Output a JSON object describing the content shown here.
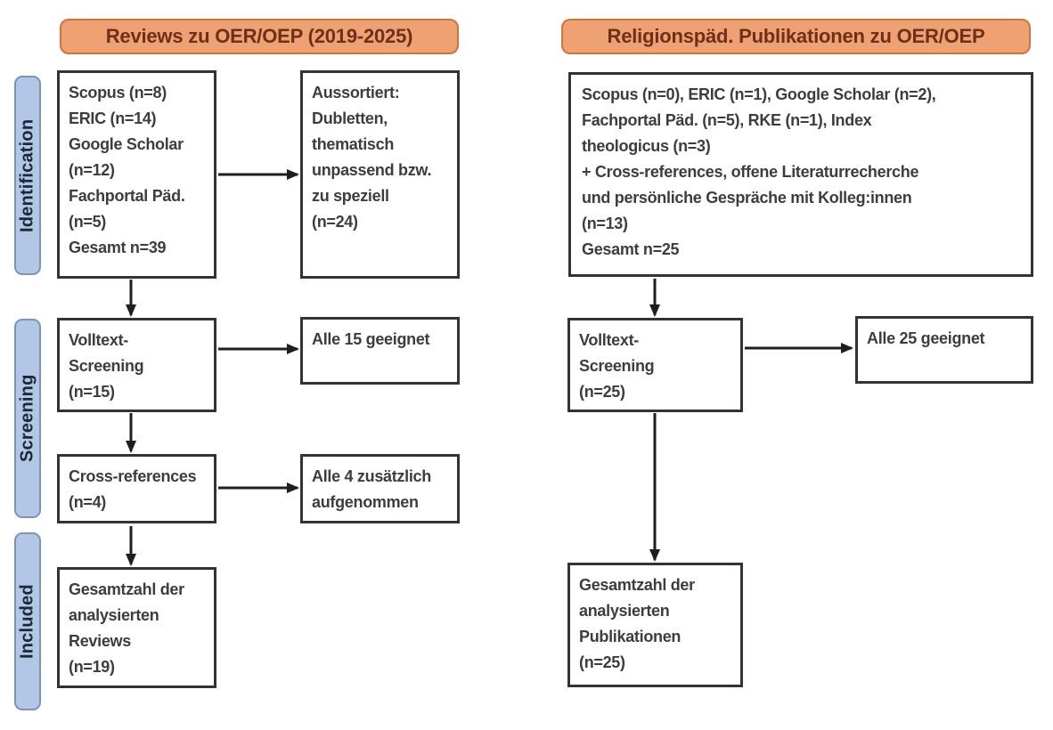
{
  "colors": {
    "canvas-bg": "#ffffff",
    "header-fill": "#efa173",
    "header-border": "#c9773f",
    "header-text": "#6e3018",
    "stage-fill": "#b1c7e5",
    "stage-border": "#7f94b5",
    "stage-text": "#1b2838",
    "box-border": "#333333",
    "box-text": "#3d3d3d",
    "arrow": "#1e1e1e"
  },
  "stages": [
    {
      "label": "Identification"
    },
    {
      "label": "Screening"
    },
    {
      "label": "Included"
    }
  ],
  "columns": {
    "left": {
      "header": "Reviews zu OER/OEP (2019-2025)",
      "boxes": {
        "sources": "Scopus (n=8)\nERIC (n=14)\nGoogle Scholar\n(n=12)\nFachportal Päd.\n(n=5)\nGesamt n=39",
        "excluded": "Aussortiert:\nDubletten,\nthematisch\nunpassend bzw.\nzu speziell\n(n=24)",
        "fulltext": "Volltext-\nScreening\n(n=15)",
        "fulltext_result": "Alle 15 geeignet",
        "crossref": "Cross-references\n(n=4)",
        "crossref_result": "Alle 4 zusätzlich\naufgenommen",
        "included": "Gesamtzahl der\nanalysierten\nReviews\n(n=19)"
      }
    },
    "right": {
      "header": "Religionspäd. Publikationen zu OER/OEP",
      "boxes": {
        "sources": "Scopus (n=0), ERIC (n=1), Google Scholar (n=2),\nFachportal Päd. (n=5), RKE (n=1), Index\ntheologicus (n=3)\n+ Cross-references, offene Literaturrecherche\nund persönliche Gespräche mit Kolleg:innen\n(n=13)\nGesamt n=25",
        "fulltext": "Volltext-\nScreening\n(n=25)",
        "fulltext_result": "Alle 25 geeignet",
        "included": "Gesamtzahl der\nanalysierten\nPublikationen\n(n=25)"
      }
    }
  }
}
